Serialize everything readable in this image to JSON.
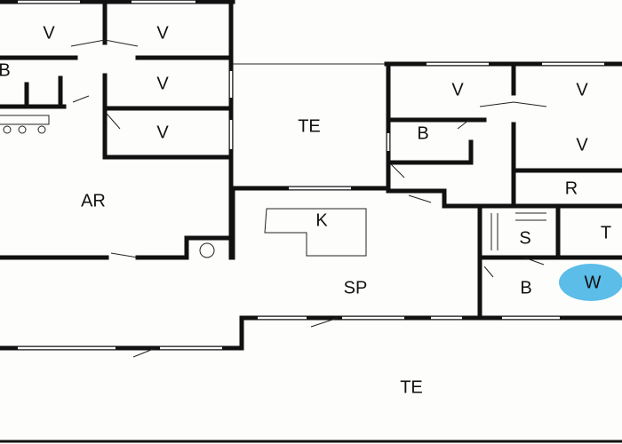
{
  "floorplan": {
    "rooms": [
      {
        "label": "V"
      },
      {
        "label": "V"
      },
      {
        "label": "B"
      },
      {
        "label": "V"
      },
      {
        "label": "V"
      },
      {
        "label": "AR"
      },
      {
        "label": "TE"
      },
      {
        "label": "K"
      },
      {
        "label": "SP"
      },
      {
        "label": "V"
      },
      {
        "label": "V"
      },
      {
        "label": "B"
      },
      {
        "label": "V"
      },
      {
        "label": "R"
      },
      {
        "label": "S"
      },
      {
        "label": "T"
      },
      {
        "label": "B"
      },
      {
        "label": "W"
      },
      {
        "label": "TE"
      }
    ],
    "colors": {
      "walls": "#111111",
      "w_marker": "#5bbde8",
      "background": "#fdfdfb"
    }
  }
}
